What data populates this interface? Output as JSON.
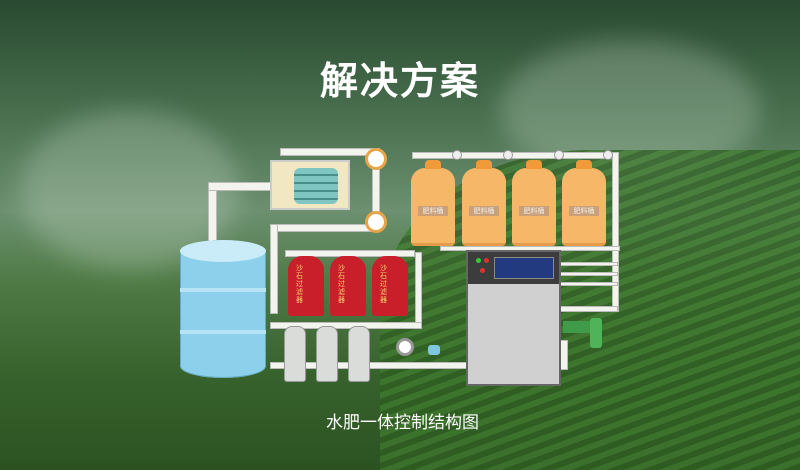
{
  "title": "解决方案",
  "caption": "水肥一体控制结构图",
  "fertilizer_tank_label": "肥料桶",
  "filter_label": "沙石过滤器",
  "colors": {
    "barrel": "#8cd0ec",
    "fertilizer_tank": "#f6b868",
    "sand_filter": "#c81f2a",
    "outlet": "#3f9a4a"
  }
}
